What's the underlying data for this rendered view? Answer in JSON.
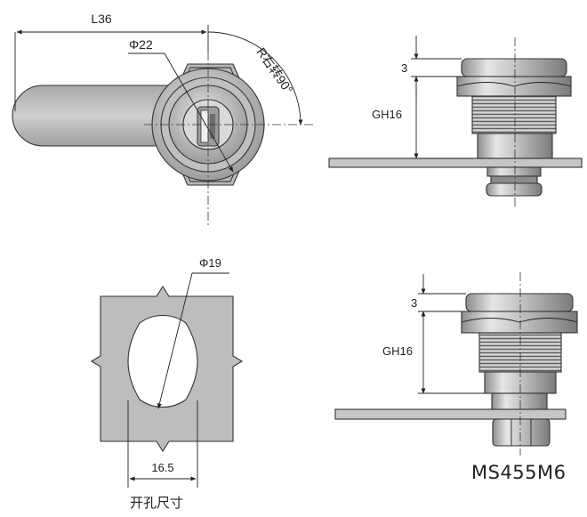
{
  "title": "MS455M6",
  "cutout_caption": "开孔尺寸",
  "dimensions": {
    "cam_length": "L36",
    "body_diameter": "Φ22",
    "rotation": "R右转90°",
    "head_height_top": "3",
    "thread_top": "GH16",
    "hole_diameter": "Φ19",
    "head_height_bottom": "3",
    "thread_bottom": "GH16",
    "flat_width": "16.5"
  },
  "colors": {
    "metal_fill": "#c4c4c4",
    "metal_dark": "#9a9a9a",
    "plate_fill": "#bdbdbd",
    "line": "#222222"
  }
}
